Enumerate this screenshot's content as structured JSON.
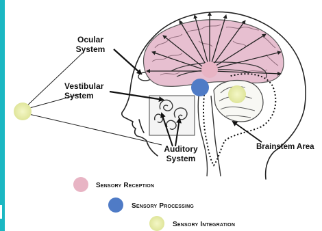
{
  "labels": {
    "ocular_1": "Ocular",
    "ocular_2": "System",
    "vestibular_1": "Vestibular",
    "vestibular_2": "System",
    "auditory_1": "Auditory",
    "auditory_2": "System",
    "brainstem": "Brainstem Area"
  },
  "legend": [
    {
      "text": "Sensory Reception",
      "color": "#e8b4c4"
    },
    {
      "text": "Sensory Processing",
      "color": "#4f7bc6"
    },
    {
      "text": "Sensory Integration",
      "color": "#e9eeaa"
    }
  ],
  "colors": {
    "left_border": "#1bb7c2",
    "brain": "#e7bfd0",
    "reception": "#e8b4c4",
    "processing": "#4f7bc6",
    "integration": "#e9eeaa"
  }
}
